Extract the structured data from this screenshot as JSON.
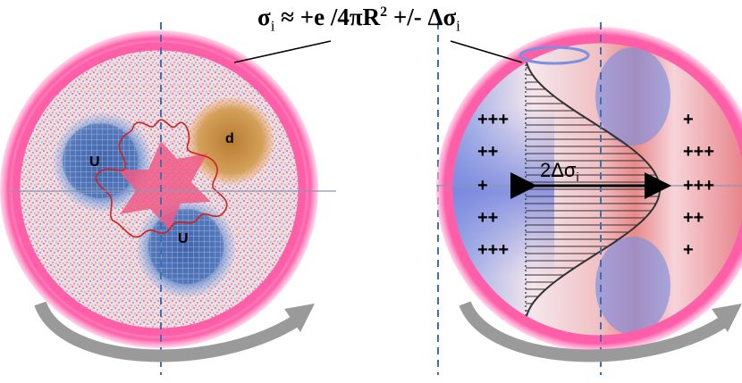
{
  "equation": {
    "sigma": "σ",
    "sub": "i",
    "approx": " ≈ +e /4πR",
    "power": "2",
    "pm": " +/- ",
    "delta": "Δσ",
    "delta_sub": "i"
  },
  "left_sphere": {
    "quarks": [
      "U",
      "d",
      "U"
    ]
  },
  "right_sphere": {
    "left_charges": [
      "+++",
      "++",
      "+",
      "++",
      "+++"
    ],
    "right_charges": [
      "+",
      "+++",
      "+++",
      "++",
      "+"
    ],
    "amplitude_label": "2Δσ",
    "amplitude_sub": "i"
  },
  "colors": {
    "ring": "#ff5fa8",
    "ring_glow": "#ff9ccf",
    "axis_dash": "#3d6fb4",
    "arrow": "#9a9a9a",
    "quark_u": "#5f86c6",
    "quark_d": "#c98a3a",
    "gluon_lines": "#d12020",
    "star": "#ee5a86"
  }
}
